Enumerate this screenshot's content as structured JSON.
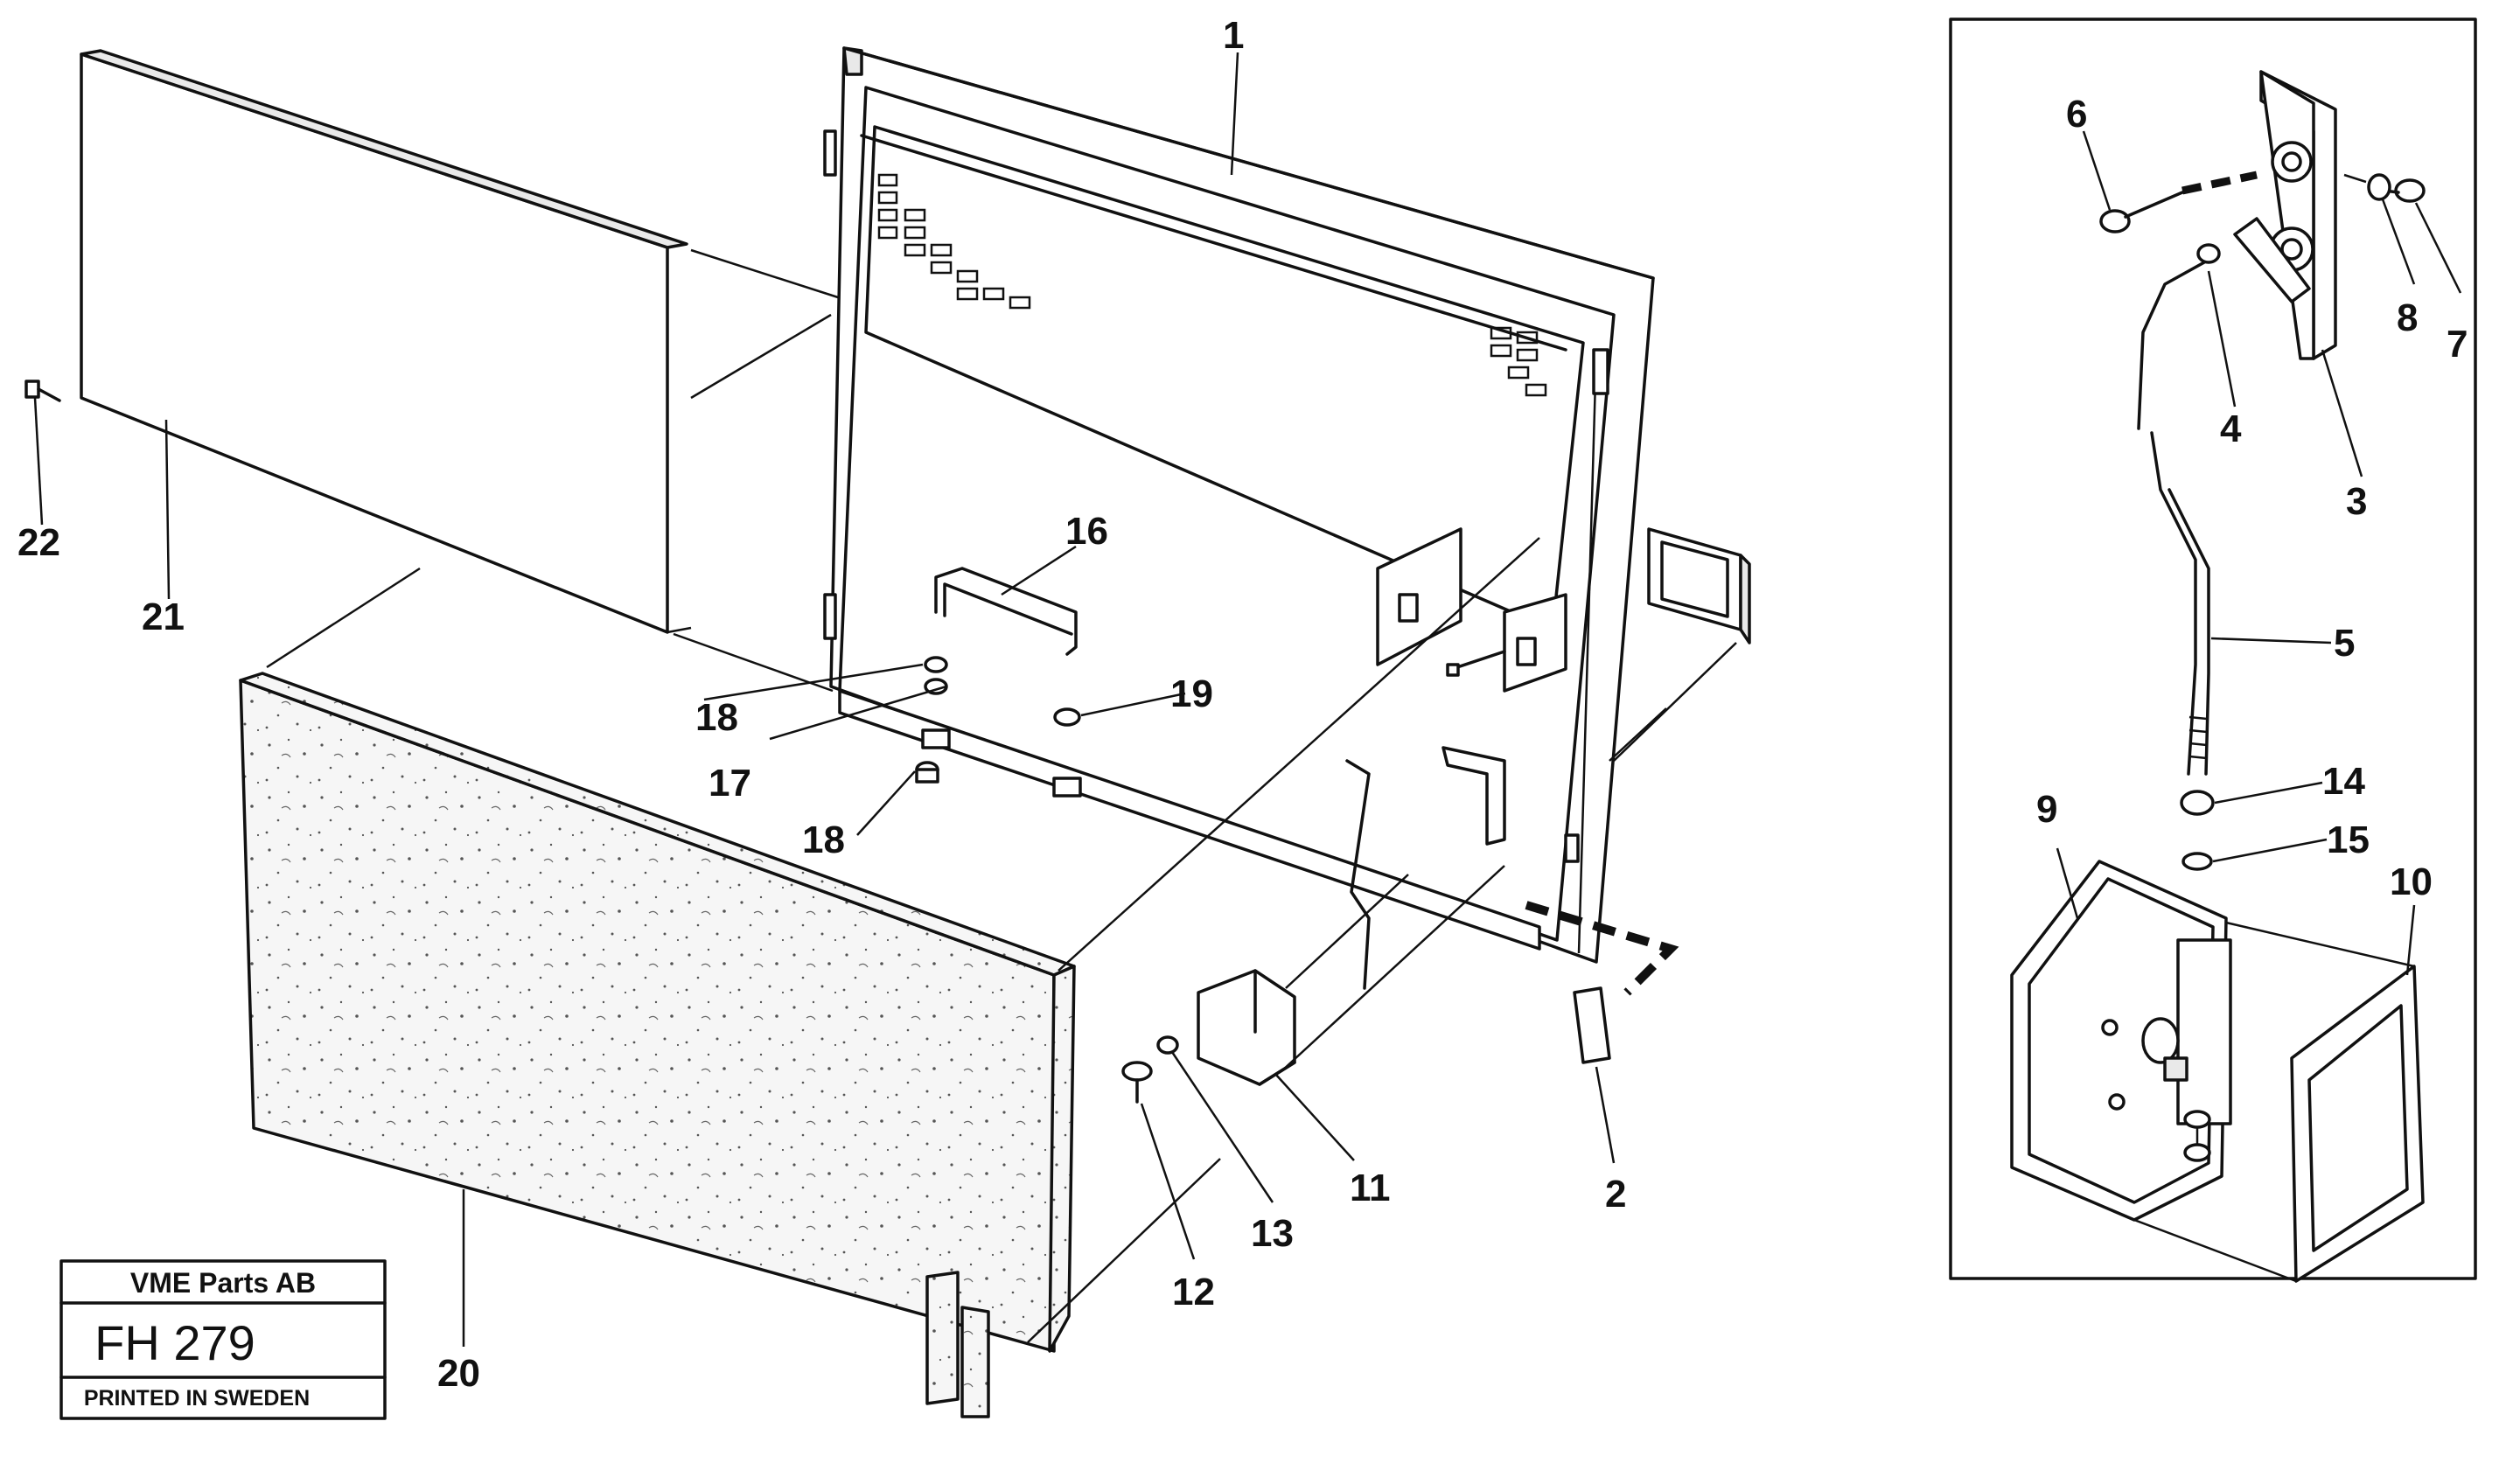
{
  "title_block": {
    "company": "VME Parts AB",
    "code": "FH 279",
    "footer": "PRINTED IN SWEDEN"
  },
  "callouts": {
    "c1": "1",
    "c2": "2",
    "c3": "3",
    "c4": "4",
    "c5": "5",
    "c6": "6",
    "c7": "7",
    "c8": "8",
    "c9": "9",
    "c10": "10",
    "c11": "11",
    "c12": "12",
    "c13": "13",
    "c14": "14",
    "c15": "15",
    "c16": "16",
    "c17": "17",
    "c18a": "18",
    "c18b": "18",
    "c19": "19",
    "c20": "20",
    "c21": "21",
    "c22": "22"
  }
}
